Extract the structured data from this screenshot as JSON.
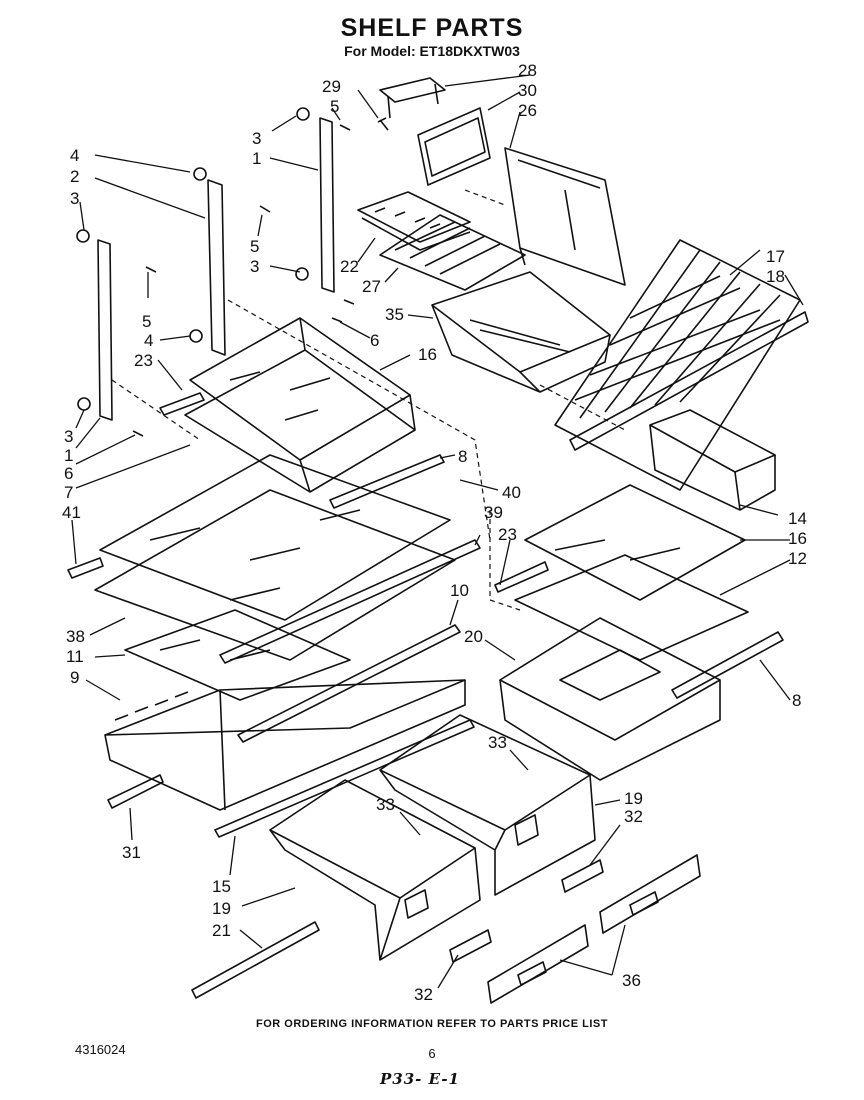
{
  "title": "SHELF PARTS",
  "subtitle": "For Model: ET18DKXTW03",
  "footer_note": "FOR ORDERING INFORMATION REFER TO PARTS PRICE LIST",
  "doc_number": "4316024",
  "page_number": "6",
  "handwritten_mark": "P33- E-1",
  "callouts": [
    {
      "id": "c28",
      "text": "28"
    },
    {
      "id": "c29",
      "text": "29"
    },
    {
      "id": "c30",
      "text": "30"
    },
    {
      "id": "c5a",
      "text": "5"
    },
    {
      "id": "c26",
      "text": "26"
    },
    {
      "id": "c3a",
      "text": "3"
    },
    {
      "id": "c1a",
      "text": "1"
    },
    {
      "id": "c4a",
      "text": "4"
    },
    {
      "id": "c2",
      "text": "2"
    },
    {
      "id": "c3b",
      "text": "3"
    },
    {
      "id": "c5b",
      "text": "5"
    },
    {
      "id": "c3c",
      "text": "3"
    },
    {
      "id": "c22",
      "text": "22"
    },
    {
      "id": "c27",
      "text": "27"
    },
    {
      "id": "c17",
      "text": "17"
    },
    {
      "id": "c18",
      "text": "18"
    },
    {
      "id": "c5c",
      "text": "5"
    },
    {
      "id": "c35",
      "text": "35"
    },
    {
      "id": "c4b",
      "text": "4"
    },
    {
      "id": "c6a",
      "text": "6"
    },
    {
      "id": "c23a",
      "text": "23"
    },
    {
      "id": "c16a",
      "text": "16"
    },
    {
      "id": "c3d",
      "text": "3"
    },
    {
      "id": "c1b",
      "text": "1"
    },
    {
      "id": "c6b",
      "text": "6"
    },
    {
      "id": "c7",
      "text": "7"
    },
    {
      "id": "c8a",
      "text": "8"
    },
    {
      "id": "c40",
      "text": "40"
    },
    {
      "id": "c41",
      "text": "41"
    },
    {
      "id": "c39",
      "text": "39"
    },
    {
      "id": "c14",
      "text": "14"
    },
    {
      "id": "c23b",
      "text": "23"
    },
    {
      "id": "c16b",
      "text": "16"
    },
    {
      "id": "c12",
      "text": "12"
    },
    {
      "id": "c10",
      "text": "10"
    },
    {
      "id": "c38",
      "text": "38"
    },
    {
      "id": "c11",
      "text": "11"
    },
    {
      "id": "c20",
      "text": "20"
    },
    {
      "id": "c9",
      "text": "9"
    },
    {
      "id": "c8b",
      "text": "8"
    },
    {
      "id": "c33a",
      "text": "33"
    },
    {
      "id": "c31",
      "text": "31"
    },
    {
      "id": "c33b",
      "text": "33"
    },
    {
      "id": "c19a",
      "text": "19"
    },
    {
      "id": "c32a",
      "text": "32"
    },
    {
      "id": "c15",
      "text": "15"
    },
    {
      "id": "c19b",
      "text": "19"
    },
    {
      "id": "c21",
      "text": "21"
    },
    {
      "id": "c36",
      "text": "36"
    },
    {
      "id": "c32b",
      "text": "32"
    }
  ]
}
